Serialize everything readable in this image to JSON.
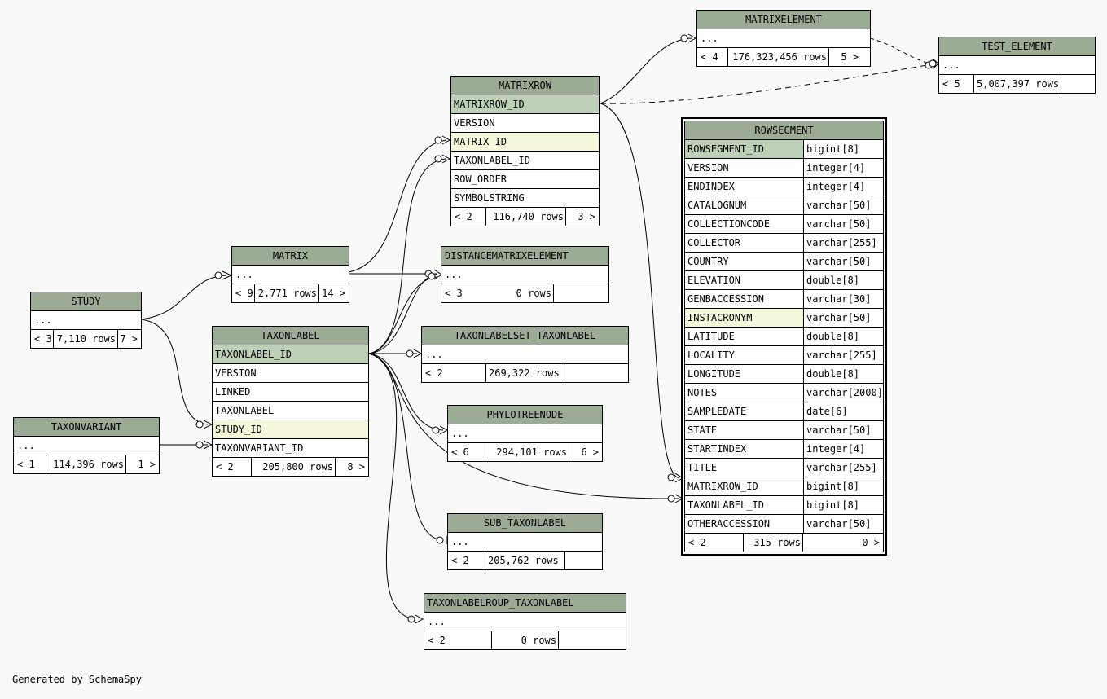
{
  "footer": "Generated by SchemaSpy",
  "tables": {
    "matrixelement": {
      "name": "MATRIXELEMENT",
      "foot": [
        "< 4",
        "176,323,456 rows",
        "5 >"
      ]
    },
    "test_element": {
      "name": "TEST_ELEMENT",
      "foot": [
        "< 5",
        "5,007,397 rows",
        ""
      ]
    },
    "matrixrow": {
      "name": "MATRIXROW",
      "cols": [
        "MATRIXROW_ID",
        "VERSION",
        "MATRIX_ID",
        "TAXONLABEL_ID",
        "ROW_ORDER",
        "SYMBOLSTRING"
      ],
      "foot": [
        "< 2",
        "116,740 rows",
        "3 >"
      ]
    },
    "matrix": {
      "name": "MATRIX",
      "foot": [
        "< 9",
        "2,771 rows",
        "14 >"
      ]
    },
    "distancematrixelement": {
      "name": "DISTANCEMATRIXELEMENT",
      "foot": [
        "< 3",
        "0 rows",
        ""
      ]
    },
    "study": {
      "name": "STUDY",
      "foot": [
        "< 3",
        "7,110 rows",
        "7 >"
      ]
    },
    "taxonlabel": {
      "name": "TAXONLABEL",
      "cols": [
        "TAXONLABEL_ID",
        "VERSION",
        "LINKED",
        "TAXONLABEL",
        "STUDY_ID",
        "TAXONVARIANT_ID"
      ],
      "foot": [
        "< 2",
        "205,800 rows",
        "8 >"
      ]
    },
    "taxonlabelset_taxonlabel": {
      "name": "TAXONLABELSET_TAXONLABEL",
      "foot": [
        "< 2",
        "269,322 rows",
        ""
      ]
    },
    "phylotreenode": {
      "name": "PHYLOTREENODE",
      "foot": [
        "< 6",
        "294,101 rows",
        "6 >"
      ]
    },
    "taxonvariant": {
      "name": "TAXONVARIANT",
      "foot": [
        "< 1",
        "114,396 rows",
        "1 >"
      ]
    },
    "sub_taxonlabel": {
      "name": "SUB_TAXONLABEL",
      "foot": [
        "< 2",
        "205,762 rows",
        ""
      ]
    },
    "taxonlabelroup_taxonlabel": {
      "name": "TAXONLABELROUP_TAXONLABEL",
      "foot": [
        "< 2",
        "0 rows",
        ""
      ]
    },
    "rowsegment": {
      "name": "ROWSEGMENT",
      "cols": [
        [
          "ROWSEGMENT_ID",
          "bigint[8]"
        ],
        [
          "VERSION",
          "integer[4]"
        ],
        [
          "ENDINDEX",
          "integer[4]"
        ],
        [
          "CATALOGNUM",
          "varchar[50]"
        ],
        [
          "COLLECTIONCODE",
          "varchar[50]"
        ],
        [
          "COLLECTOR",
          "varchar[255]"
        ],
        [
          "COUNTRY",
          "varchar[50]"
        ],
        [
          "ELEVATION",
          "double[8]"
        ],
        [
          "GENBACCESSION",
          "varchar[30]"
        ],
        [
          "INSTACRONYM",
          "varchar[50]"
        ],
        [
          "LATITUDE",
          "double[8]"
        ],
        [
          "LOCALITY",
          "varchar[255]"
        ],
        [
          "LONGITUDE",
          "double[8]"
        ],
        [
          "NOTES",
          "varchar[2000]"
        ],
        [
          "SAMPLEDATE",
          "date[6]"
        ],
        [
          "STATE",
          "varchar[50]"
        ],
        [
          "STARTINDEX",
          "integer[4]"
        ],
        [
          "TITLE",
          "varchar[255]"
        ],
        [
          "MATRIXROW_ID",
          "bigint[8]"
        ],
        [
          "TAXONLABEL_ID",
          "bigint[8]"
        ],
        [
          "OTHERACCESSION",
          "varchar[50]"
        ]
      ],
      "foot": [
        "< 2",
        "315 rows",
        "0 >"
      ]
    }
  },
  "ellipsis": "..."
}
